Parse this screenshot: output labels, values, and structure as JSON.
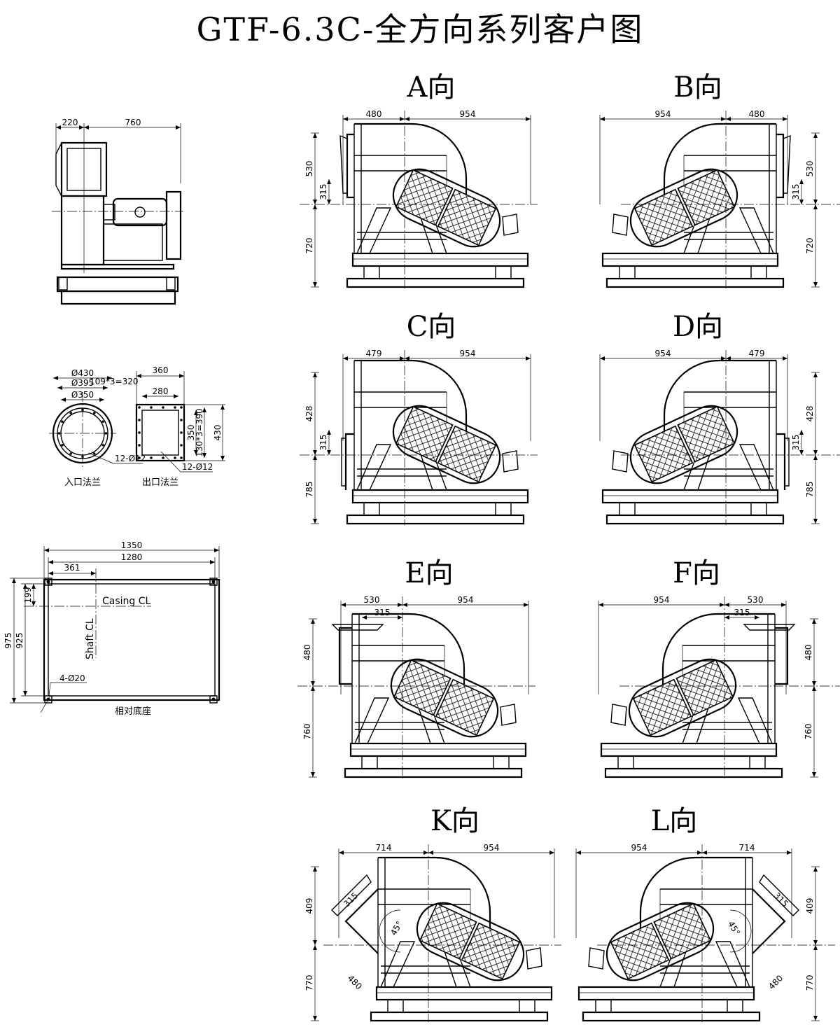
{
  "title": "GTF-6.3C-全方向系列客户图",
  "side_view": {
    "dim_left": "220",
    "dim_right": "760"
  },
  "inlet_flange": {
    "caption": "入口法兰",
    "d_outer": "Ø430",
    "d_bolt": "Ø395",
    "d_inner": "Ø350",
    "holes": "12-Ø12"
  },
  "outlet_flange": {
    "caption": "出口法兰",
    "w_outer": "360",
    "w_inner": "280",
    "pitch_top": "109*3=320",
    "h_inner": "350",
    "pitch_side": "130*3=390",
    "h_outer": "430",
    "holes": "12-Ø12"
  },
  "base": {
    "caption": "相对底座",
    "w_outer": "1350",
    "w_inner": "1280",
    "offset": "361",
    "casing_cl": "Casing CL",
    "shaft_cl": "Shaft CL",
    "h_outer": "975",
    "h_inner": "925",
    "h_offset": "199",
    "holes": "4-Ø20"
  },
  "views": [
    {
      "label": "A向",
      "w1": "480",
      "w2": "954",
      "h1": "530",
      "h2": "315",
      "h3": "720"
    },
    {
      "label": "B向",
      "w1": "954",
      "w2": "480",
      "h1": "530",
      "h2": "315",
      "h3": "720"
    },
    {
      "label": "C向",
      "w1": "479",
      "w2": "954",
      "h1": "428",
      "h2": "315",
      "h3": "785"
    },
    {
      "label": "D向",
      "w1": "954",
      "w2": "479",
      "h1": "428",
      "h2": "315",
      "h3": "785"
    },
    {
      "label": "E向",
      "w1": "530",
      "w2": "954",
      "w3": "315",
      "h1": "480",
      "h3": "760"
    },
    {
      "label": "F向",
      "w1": "954",
      "w2": "530",
      "w3": "315",
      "h1": "480",
      "h3": "760"
    },
    {
      "label": "K向",
      "w1": "714",
      "w2": "954",
      "h1": "409",
      "h3": "770",
      "d1": "315",
      "d2": "480",
      "ang": "45°"
    },
    {
      "label": "L向",
      "w1": "954",
      "w2": "714",
      "h1": "409",
      "h3": "770",
      "d1": "315",
      "d2": "480",
      "ang": "45°"
    }
  ]
}
